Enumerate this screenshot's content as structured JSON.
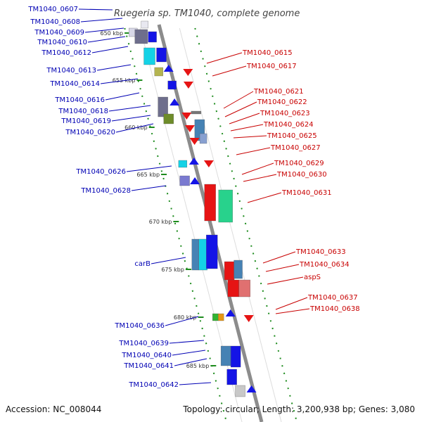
{
  "title": "Ruegeria sp. TM1040, complete genome",
  "footer": {
    "accession": "Accession: NC_008044",
    "summary": "Topology: circular; Length: 3,200,938 bp; Genes: 3,080"
  },
  "ticks": [
    "650 kbp",
    "655 kbp",
    "660 kbp",
    "665 kbp",
    "670 kbp",
    "675 kbp",
    "680 kbp",
    "685 kbp"
  ],
  "forward_genes": [
    "TM1040_0607",
    "TM1040_0608",
    "TM1040_0609",
    "TM1040_0610",
    "TM1040_0612",
    "TM1040_0613",
    "TM1040_0614",
    "TM1040_0616",
    "TM1040_0618",
    "TM1040_0619",
    "TM1040_0620",
    "TM1040_0626",
    "TM1040_0628",
    "carB",
    "TM1040_0636",
    "TM1040_0639",
    "TM1040_0640",
    "TM1040_0641",
    "TM1040_0642"
  ],
  "reverse_genes": [
    "TM1040_0615",
    "TM1040_0617",
    "TM1040_0621",
    "TM1040_0622",
    "TM1040_0623",
    "TM1040_0624",
    "TM1040_0625",
    "TM1040_0627",
    "TM1040_0629",
    "TM1040_0630",
    "TM1040_0631",
    "TM1040_0633",
    "TM1040_0634",
    "aspS",
    "TM1040_0637",
    "TM1040_0638"
  ],
  "colors": {
    "backbone": "#8c8c8c",
    "forward_label": "#0000b4",
    "reverse_label": "#c80000",
    "tick_green": "#1e8c1e",
    "blue": "#1414e6",
    "red": "#e61414",
    "cyan": "#14d2e6",
    "green": "#28d28c",
    "olive": "#b4b450",
    "slate": "#6e6e8c",
    "steel": "#4682b4"
  }
}
